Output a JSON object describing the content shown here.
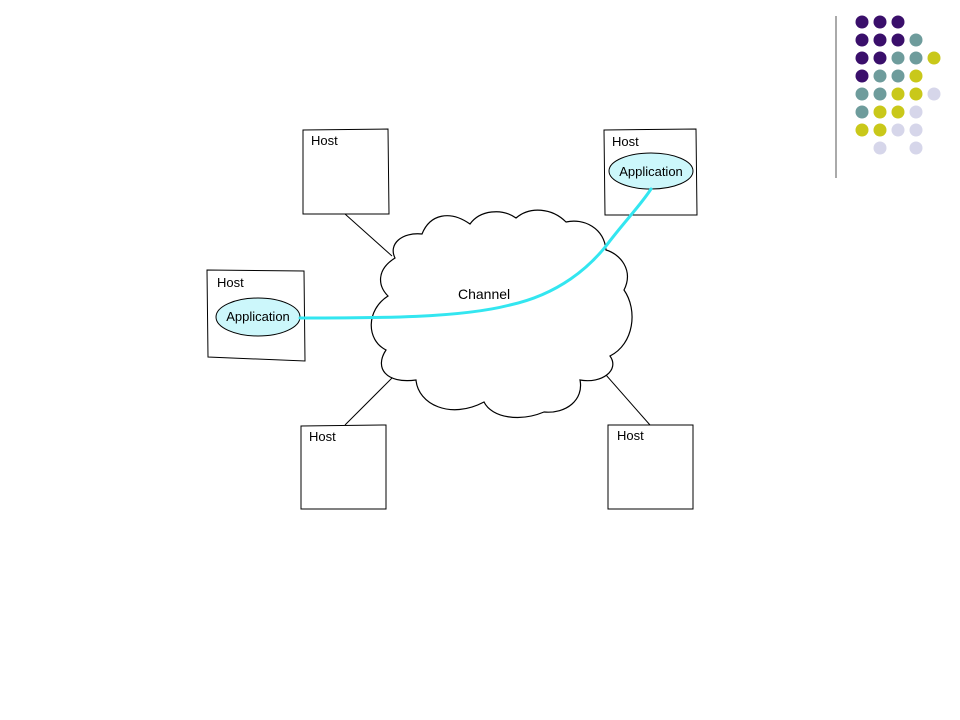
{
  "decoration": {
    "colors": {
      "purple": "#3a0f6b",
      "teal": "#6e9c9c",
      "olive": "#c9c81a",
      "lavender": "#d6d6ea",
      "divider": "#555555"
    },
    "dot_grid_icon": "dot-grid-icon"
  },
  "diagram": {
    "channel": {
      "label": "Channel"
    },
    "hosts": [
      {
        "id": "top-left",
        "label": "Host"
      },
      {
        "id": "top-right",
        "label": "Host",
        "application": "Application"
      },
      {
        "id": "middle-left",
        "label": "Host",
        "application": "Application"
      },
      {
        "id": "bottom-left",
        "label": "Host"
      },
      {
        "id": "bottom-right",
        "label": "Host"
      }
    ],
    "connection": {
      "color": "#33e6f0"
    },
    "application_fill": "#ccf7fb"
  }
}
